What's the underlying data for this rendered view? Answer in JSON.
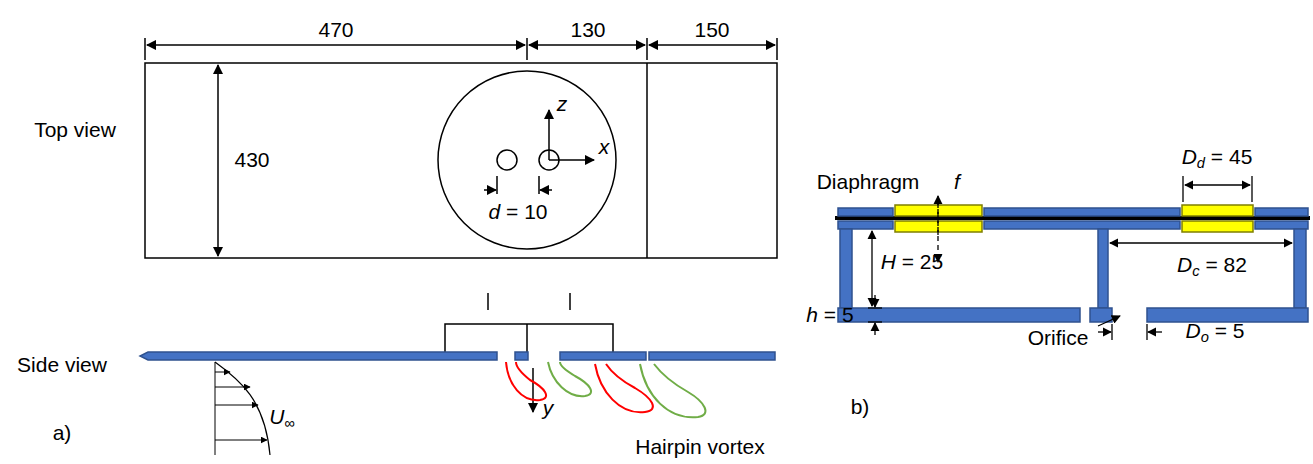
{
  "diagram": {
    "labels": [
      "470",
      "130",
      "150",
      "Top view",
      "430",
      "z",
      "x",
      "d = 10",
      "Side view",
      "U∞",
      "y",
      "Hairpin vortex",
      "a)",
      "Diaphragm",
      "f",
      "Dd = 45",
      "H = 25",
      "Dc = 82",
      "h = 5",
      "Orifice",
      "Do = 5",
      "b)"
    ]
  }
}
